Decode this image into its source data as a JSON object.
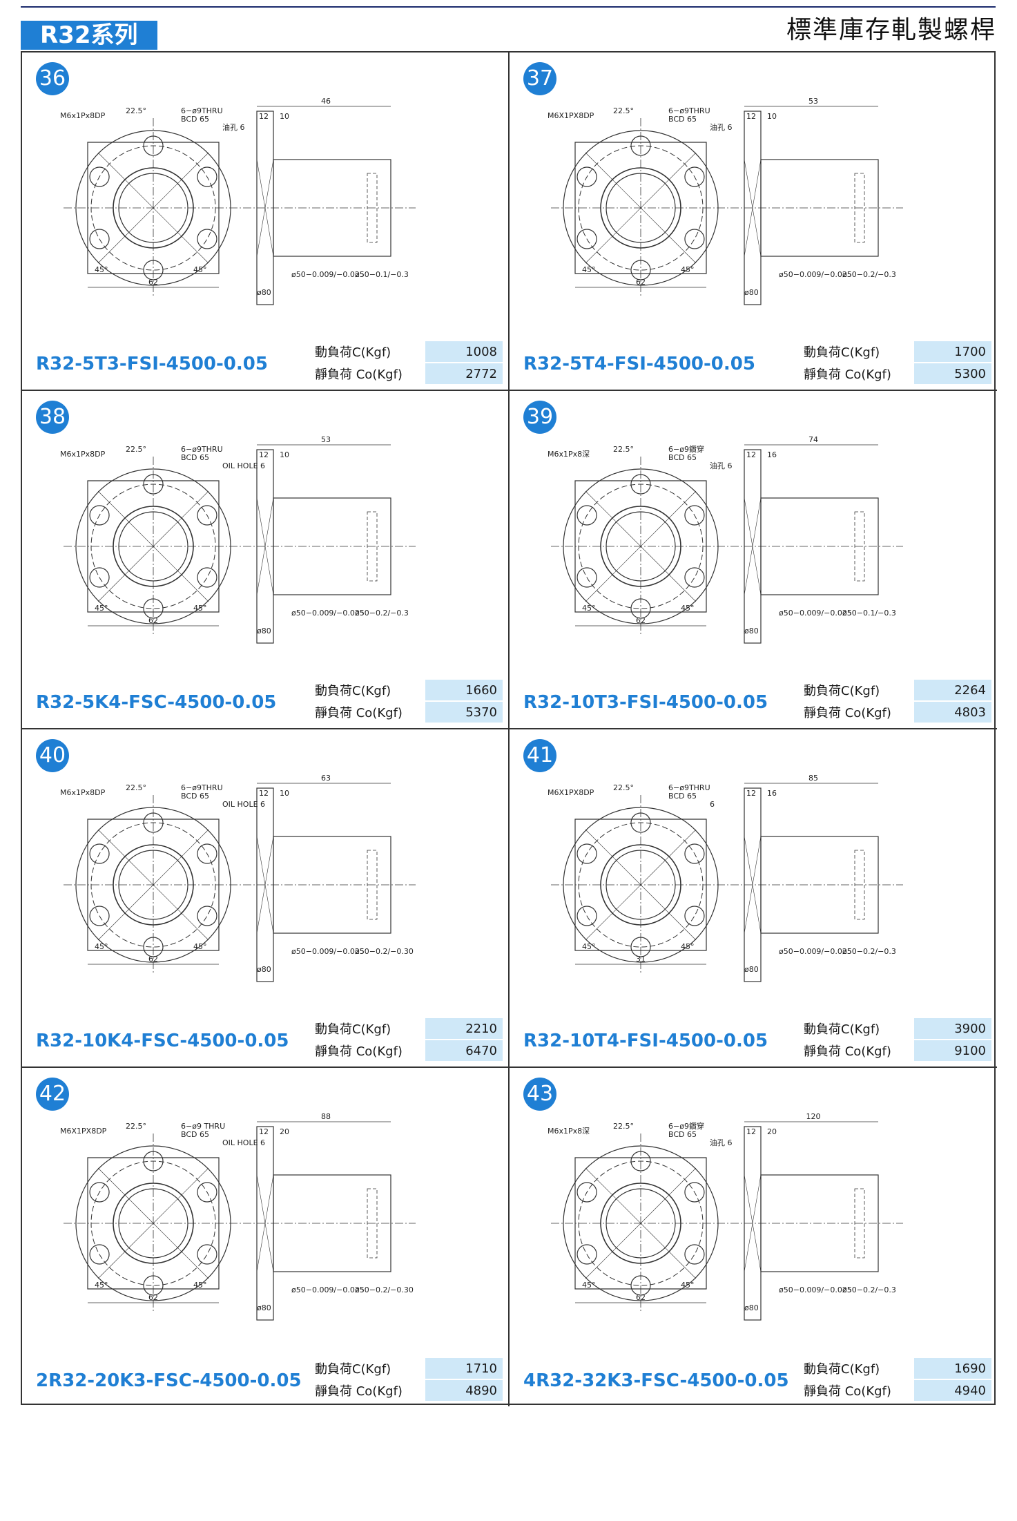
{
  "header": {
    "series_label": "R32系列",
    "doc_title": "標準庫存軋製螺桿"
  },
  "labels": {
    "dynamic": "動負荷C(Kgf)",
    "static": "靜負荷 Co(Kgf)"
  },
  "cells": [
    {
      "no": "36",
      "model": "R32-5T3-FSI-4500-0.05",
      "dynamic": "1008",
      "static": "2772",
      "notes": {
        "thread": "M6x1Px8DP",
        "holes": "6−ø9THRU",
        "bcd": "BCD 65",
        "angle": "22.5°",
        "oil": "油孔 6",
        "len": "46",
        "w1": "12",
        "w2": "10",
        "d1": "ø50−0.009/−0.025",
        "d2": "ø50−0.1/−0.3",
        "flange": "ø80",
        "width": "62",
        "a1": "45°",
        "a2": "45°"
      }
    },
    {
      "no": "37",
      "model": "R32-5T4-FSI-4500-0.05",
      "dynamic": "1700",
      "static": "5300",
      "notes": {
        "thread": "M6X1PX8DP",
        "holes": "6−ø9THRU",
        "bcd": "BCD 65",
        "angle": "22.5°",
        "oil": "油孔 6",
        "len": "53",
        "w1": "12",
        "w2": "10",
        "d1": "ø50−0.009/−0.025",
        "d2": "ø50−0.2/−0.3",
        "flange": "ø80",
        "width": "62",
        "a1": "45°",
        "a2": "45°"
      }
    },
    {
      "no": "38",
      "model": "R32-5K4-FSC-4500-0.05",
      "dynamic": "1660",
      "static": "5370",
      "notes": {
        "thread": "M6x1Px8DP",
        "holes": "6−ø9THRU",
        "bcd": "BCD 65",
        "angle": "22.5°",
        "oil": "OIL HOLE 6",
        "len": "53",
        "w1": "12",
        "w2": "10",
        "d1": "ø50−0.009/−0.025",
        "d2": "ø50−0.2/−0.3",
        "flange": "ø80",
        "width": "62",
        "a1": "45°",
        "a2": "45°"
      }
    },
    {
      "no": "39",
      "model": "R32-10T3-FSI-4500-0.05",
      "dynamic": "2264",
      "static": "4803",
      "notes": {
        "thread": "M6x1Px8深",
        "holes": "6−ø9鑽穿",
        "bcd": "BCD 65",
        "angle": "22.5°",
        "oil": "油孔 6",
        "len": "74",
        "w1": "12",
        "w2": "16",
        "d1": "ø50−0.009/−0.025",
        "d2": "ø50−0.1/−0.3",
        "flange": "ø80",
        "width": "62",
        "a1": "45°",
        "a2": "45°"
      }
    },
    {
      "no": "40",
      "model": "R32-10K4-FSC-4500-0.05",
      "dynamic": "2210",
      "static": "6470",
      "notes": {
        "thread": "M6x1Px8DP",
        "holes": "6−ø9THRU",
        "bcd": "BCD 65",
        "angle": "22.5°",
        "oil": "OIL HOLE 6",
        "len": "63",
        "w1": "12",
        "w2": "10",
        "d1": "ø50−0.009/−0.025",
        "d2": "ø50−0.2/−0.30",
        "flange": "ø80",
        "width": "62",
        "a1": "45°",
        "a2": "45°"
      }
    },
    {
      "no": "41",
      "model": "R32-10T4-FSI-4500-0.05",
      "dynamic": "3900",
      "static": "9100",
      "notes": {
        "thread": "M6X1PX8DP",
        "holes": "6−ø9THRU",
        "bcd": "BCD 65",
        "angle": "22.5°",
        "oil": "6",
        "len": "85",
        "w1": "12",
        "w2": "16",
        "d1": "ø50−0.009/−0.025",
        "d2": "ø50−0.2/−0.3",
        "flange": "ø80",
        "width": "31",
        "a1": "45°",
        "a2": "45°"
      }
    },
    {
      "no": "42",
      "model": "2R32-20K3-FSC-4500-0.05",
      "dynamic": "1710",
      "static": "4890",
      "notes": {
        "thread": "M6X1PX8DP",
        "holes": "6−ø9 THRU",
        "bcd": "BCD 65",
        "angle": "22.5°",
        "oil": "OIL HOLE 6",
        "len": "88",
        "w1": "12",
        "w2": "20",
        "d1": "ø50−0.009/−0.025",
        "d2": "ø50−0.2/−0.30",
        "flange": "ø80",
        "width": "62",
        "a1": "45°",
        "a2": "45°"
      }
    },
    {
      "no": "43",
      "model": "4R32-32K3-FSC-4500-0.05",
      "dynamic": "1690",
      "static": "4940",
      "notes": {
        "thread": "M6x1Px8深",
        "holes": "6−ø9鑽穿",
        "bcd": "BCD 65",
        "angle": "22.5°",
        "oil": "油孔 6",
        "len": "120",
        "w1": "12",
        "w2": "20",
        "d1": "ø50−0.009/−0.025",
        "d2": "ø50−0.2/−0.3",
        "flange": "ø80",
        "width": "62",
        "a1": "45°",
        "a2": "45°"
      }
    }
  ]
}
